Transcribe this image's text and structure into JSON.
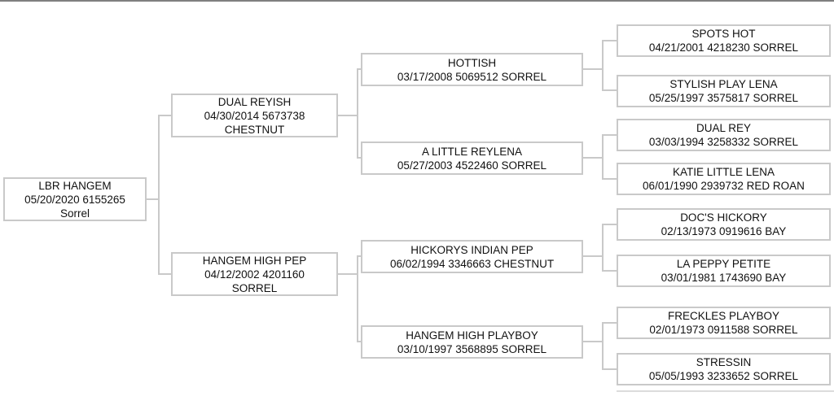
{
  "colors": {
    "box-border": "#c9c9c9",
    "line": "#c9c9c9",
    "top-bar": "#7f7f7f",
    "bottom-line": "#dcdcdc",
    "text": "#111111",
    "bg": "#ffffff"
  },
  "pedigree": {
    "subject": {
      "name": "LBR HANGEM",
      "details": "05/20/2020 6155265",
      "color": "Sorrel"
    },
    "gen2": [
      {
        "name": "DUAL REYISH",
        "details": "04/30/2014 5673738",
        "color": "CHESTNUT"
      },
      {
        "name": "HANGEM HIGH PEP",
        "details": "04/12/2002 4201160",
        "color": "SORREL"
      }
    ],
    "gen3": [
      {
        "name": "HOTTISH",
        "details": "03/17/2008 5069512 SORREL"
      },
      {
        "name": "A LITTLE REYLENA",
        "details": "05/27/2003 4522460 SORREL"
      },
      {
        "name": "HICKORYS INDIAN PEP",
        "details": "06/02/1994 3346663 CHESTNUT"
      },
      {
        "name": "HANGEM HIGH PLAYBOY",
        "details": "03/10/1997 3568895 SORREL"
      }
    ],
    "gen4": [
      {
        "name": "SPOTS HOT",
        "details": "04/21/2001 4218230 SORREL"
      },
      {
        "name": "STYLISH PLAY LENA",
        "details": "05/25/1997 3575817 SORREL"
      },
      {
        "name": "DUAL REY",
        "details": "03/03/1994 3258332 SORREL"
      },
      {
        "name": "KATIE LITTLE LENA",
        "details": "06/01/1990 2939732 RED ROAN"
      },
      {
        "name": "DOC'S HICKORY",
        "details": "02/13/1973 0919616 BAY"
      },
      {
        "name": "LA PEPPY PETITE",
        "details": "03/01/1981 1743690 BAY"
      },
      {
        "name": "FRECKLES PLAYBOY",
        "details": "02/01/1973 0911588 SORREL"
      },
      {
        "name": "STRESSIN",
        "details": "05/05/1993 3233652 SORREL"
      }
    ]
  }
}
